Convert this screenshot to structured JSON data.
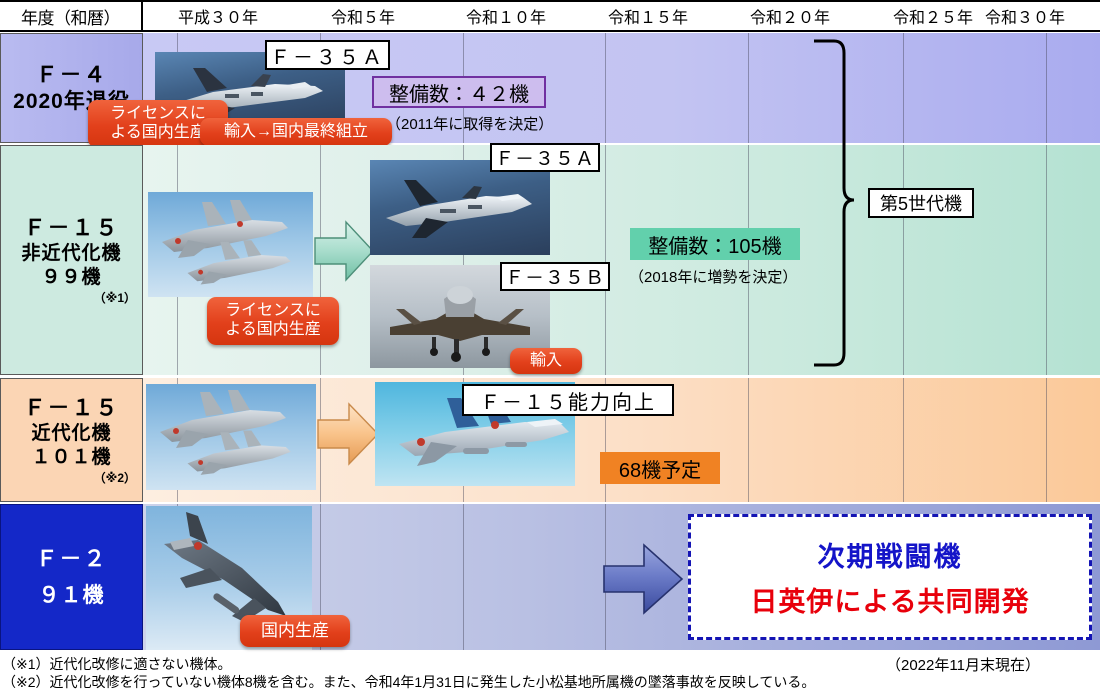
{
  "header": {
    "row_label": "年度（和暦）",
    "years": [
      "平成３０年",
      "令和５年",
      "令和１０年",
      "令和１５年",
      "令和２０年",
      "令和２５年",
      "令和３０年"
    ]
  },
  "rows": [
    {
      "id": "f4",
      "line1": "Ｆ－４",
      "line2": "2020年退役",
      "note": ""
    },
    {
      "id": "f15-non-modernized",
      "line1": "Ｆ－１５",
      "line2": "非近代化機",
      "line3": "９９機",
      "note": "（※1）"
    },
    {
      "id": "f15-modernized",
      "line1": "Ｆ－１５",
      "line2": "近代化機",
      "line3": "１０１機",
      "note": "（※2）"
    },
    {
      "id": "f2",
      "line1": "Ｆ－２",
      "line2": "９１機",
      "note": ""
    }
  ],
  "labels": {
    "f35a_top": "Ｆ－３５Ａ",
    "f35a_mid": "Ｆ－３５Ａ",
    "f35b": "Ｆ－３５Ｂ",
    "f15_upgrade": "Ｆ－１５能力向上",
    "gen5": "第5世代機"
  },
  "pills": {
    "license_f4": "ライセンスに\nよる国内生産",
    "license_f4_l1": "ライセンスに",
    "license_f4_l2": "よる国内生産",
    "import_assembly": "輸入→国内最終組立",
    "license_f15_l1": "ライセンスに",
    "license_f15_l2": "よる国内生産",
    "import_f35b": "輸入",
    "domestic_f2": "国内生産"
  },
  "tags": {
    "qty_42": "整備数：４２機",
    "qty_42_note": "（2011年に取得を決定）",
    "qty_105": "整備数：105機",
    "qty_105_note": "（2018年に増勢を決定）",
    "qty_68": "68機予定"
  },
  "next_fighter": {
    "line1": "次期戦闘機",
    "line2": "日英伊による共同開発"
  },
  "footnotes": [
    "（※1）近代化改修に適さない機体。",
    "（※2）近代化改修を行っていない機体8機を含む。また、令和4年1月31日に発生した小松基地所属機の墜落事故を反映している。"
  ],
  "as_of": "（2022年11月末現在）",
  "colors": {
    "f4_band": "#c5c6f2",
    "f15_non_band": "#cdeae0",
    "f15_mod_band": "#fbd5b4",
    "f2_band": "#1428c8",
    "pill_red": "#e2401b",
    "tag_purple_border": "#7030a0",
    "tag_green": "#62d0ac",
    "tag_orange": "#f08223",
    "next_blue": "#1414c8",
    "next_red": "#e8000b"
  }
}
